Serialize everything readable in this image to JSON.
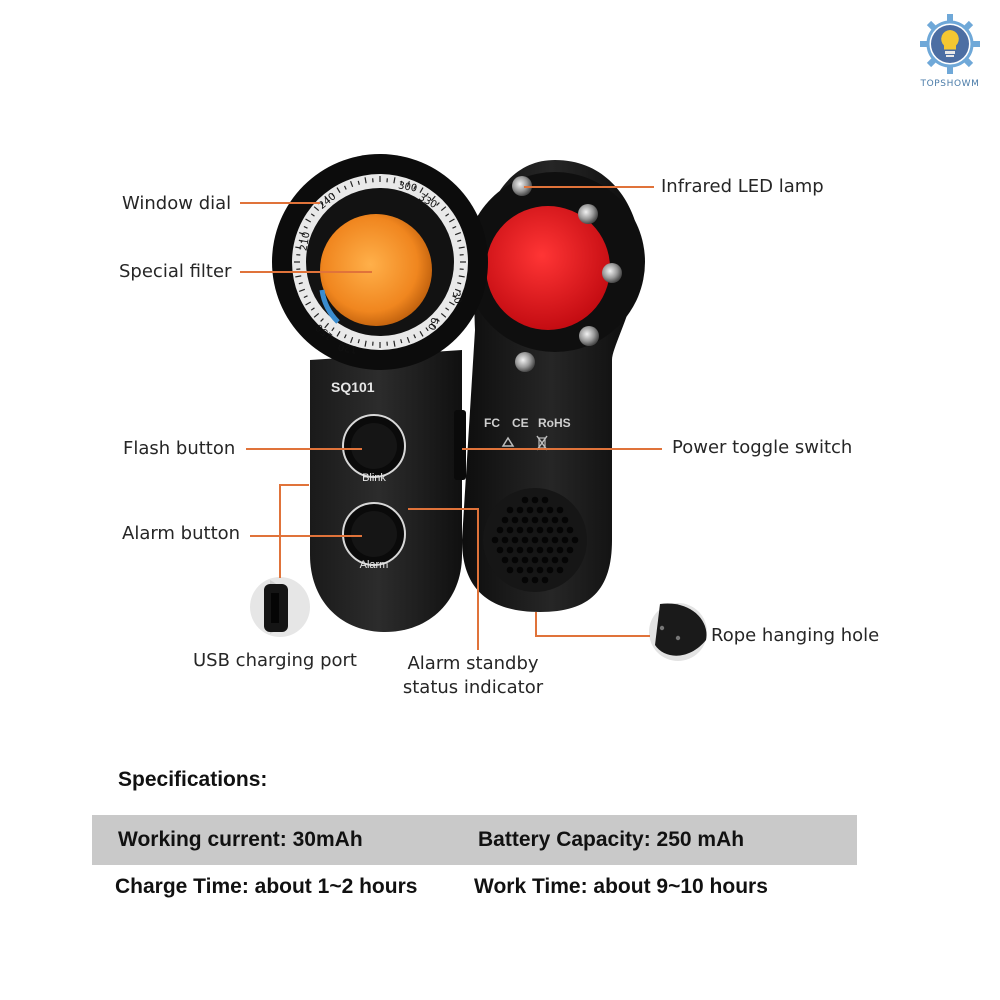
{
  "brand": {
    "name": "TOPSHOWM",
    "icon": "lightbulb-gear-icon"
  },
  "device": {
    "model": "SQ101",
    "dial_numbers": [
      "240",
      "300",
      "330",
      "30",
      "60",
      "120",
      "150",
      "210"
    ],
    "button_labels": {
      "flash": "Blink",
      "alarm": "Alarm"
    },
    "certifications": {
      "fc": "FC",
      "ce": "CE",
      "rohs": "RoHS"
    }
  },
  "callouts": {
    "window_dial": "Window dial",
    "special_filter": "Special filter",
    "infrared_led": "Infrared LED lamp",
    "flash_button": "Flash button",
    "power_switch": "Power toggle switch",
    "alarm_button": "Alarm button",
    "usb_port": "USB charging port",
    "alarm_indicator_line1": "Alarm standby",
    "alarm_indicator_line2": "status indicator",
    "rope_hole": "Rope hanging hole"
  },
  "specs": {
    "heading": "Specifications:",
    "working_current": "Working current: 30mAh",
    "battery_capacity": "Battery Capacity: 250 mAh",
    "charge_time": "Charge Time: about 1~2 hours",
    "work_time": "Work Time: about 9~10 hours"
  },
  "colors": {
    "leader": "#e0733a",
    "filter_orange": "#f5952a",
    "filter_red": "#e2161c",
    "body": "#141414",
    "band": "#c9c9c9"
  }
}
